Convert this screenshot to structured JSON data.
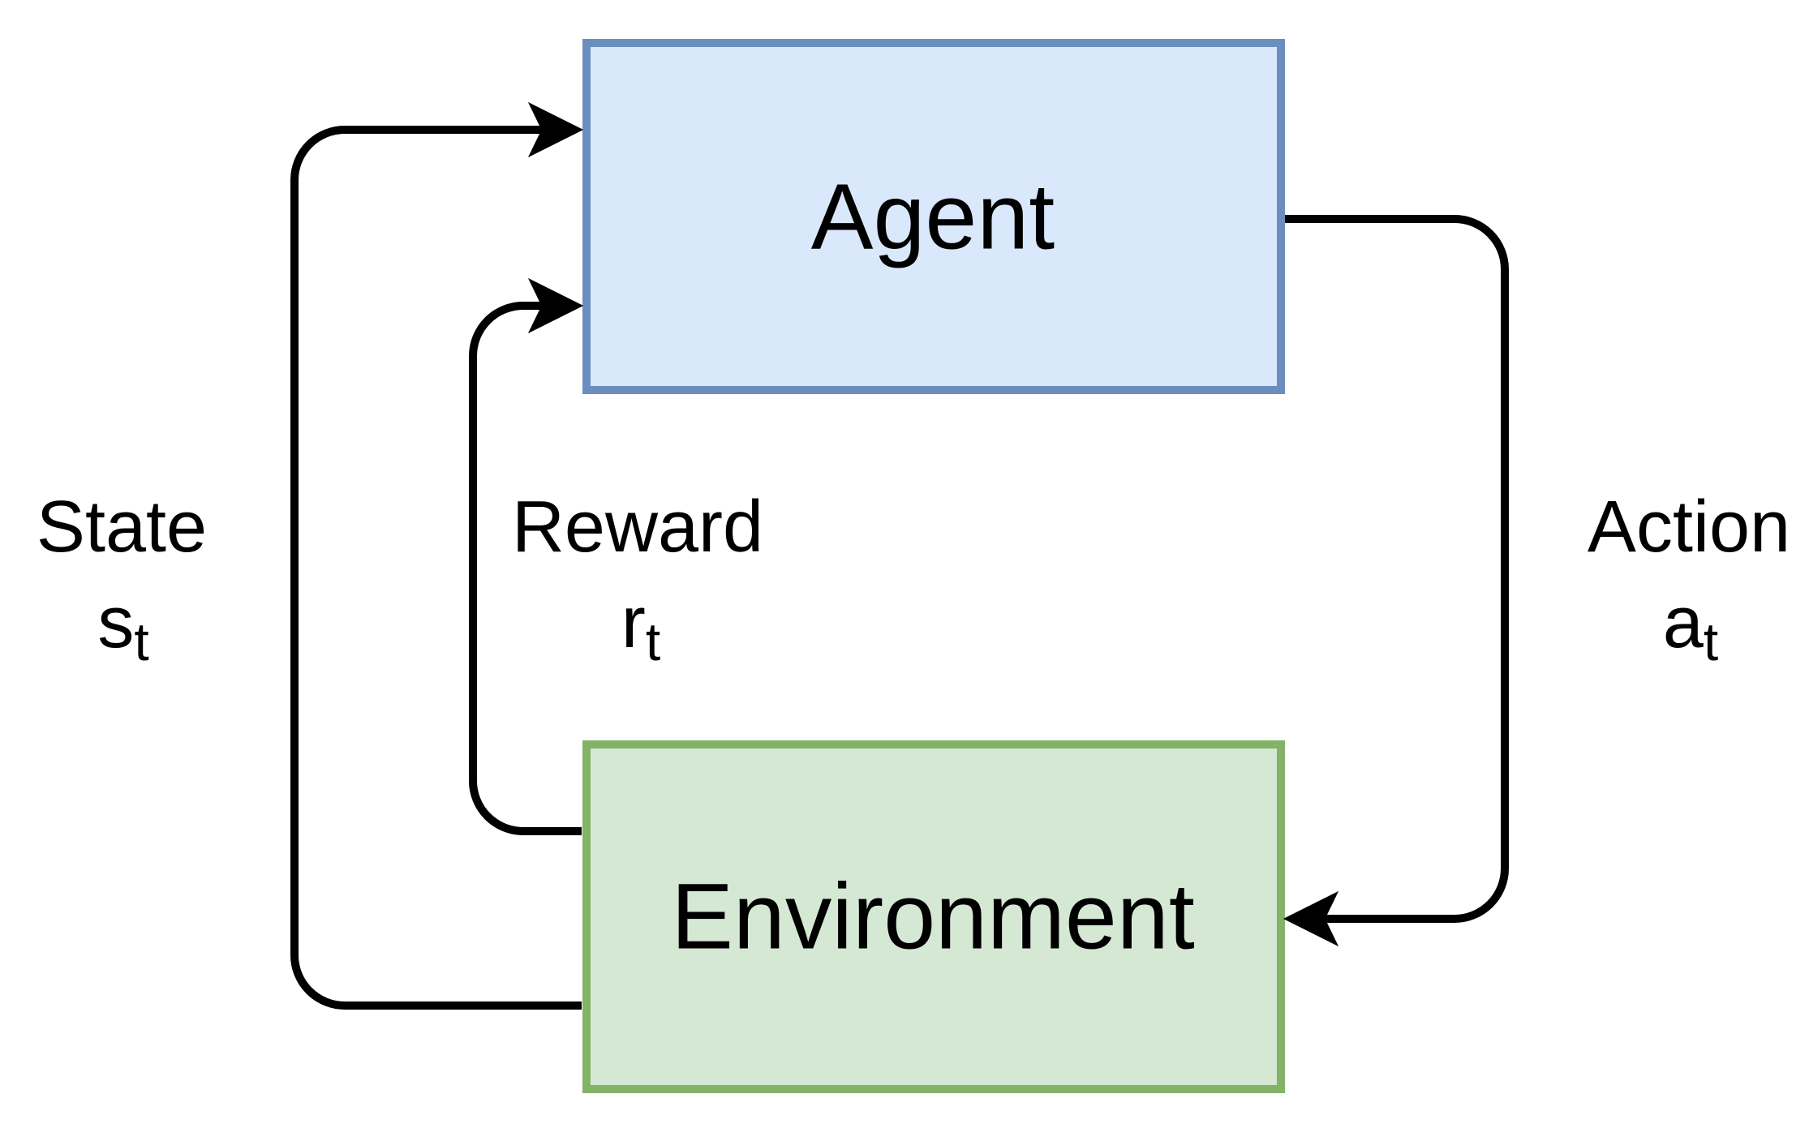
{
  "boxes": {
    "agent": {
      "label": "Agent",
      "fill": "#DAE8FC",
      "stroke": "#6C8EBF"
    },
    "environment": {
      "label": "Environment",
      "fill": "#D5E8D4",
      "stroke": "#82B366"
    }
  },
  "edges": {
    "color": "#000000",
    "state": {
      "label": "State",
      "symbol": "s",
      "subscript": "t"
    },
    "reward": {
      "label": "Reward",
      "symbol": "r",
      "subscript": "t"
    },
    "action": {
      "label": "Action",
      "symbol": "a",
      "subscript": "t"
    }
  }
}
